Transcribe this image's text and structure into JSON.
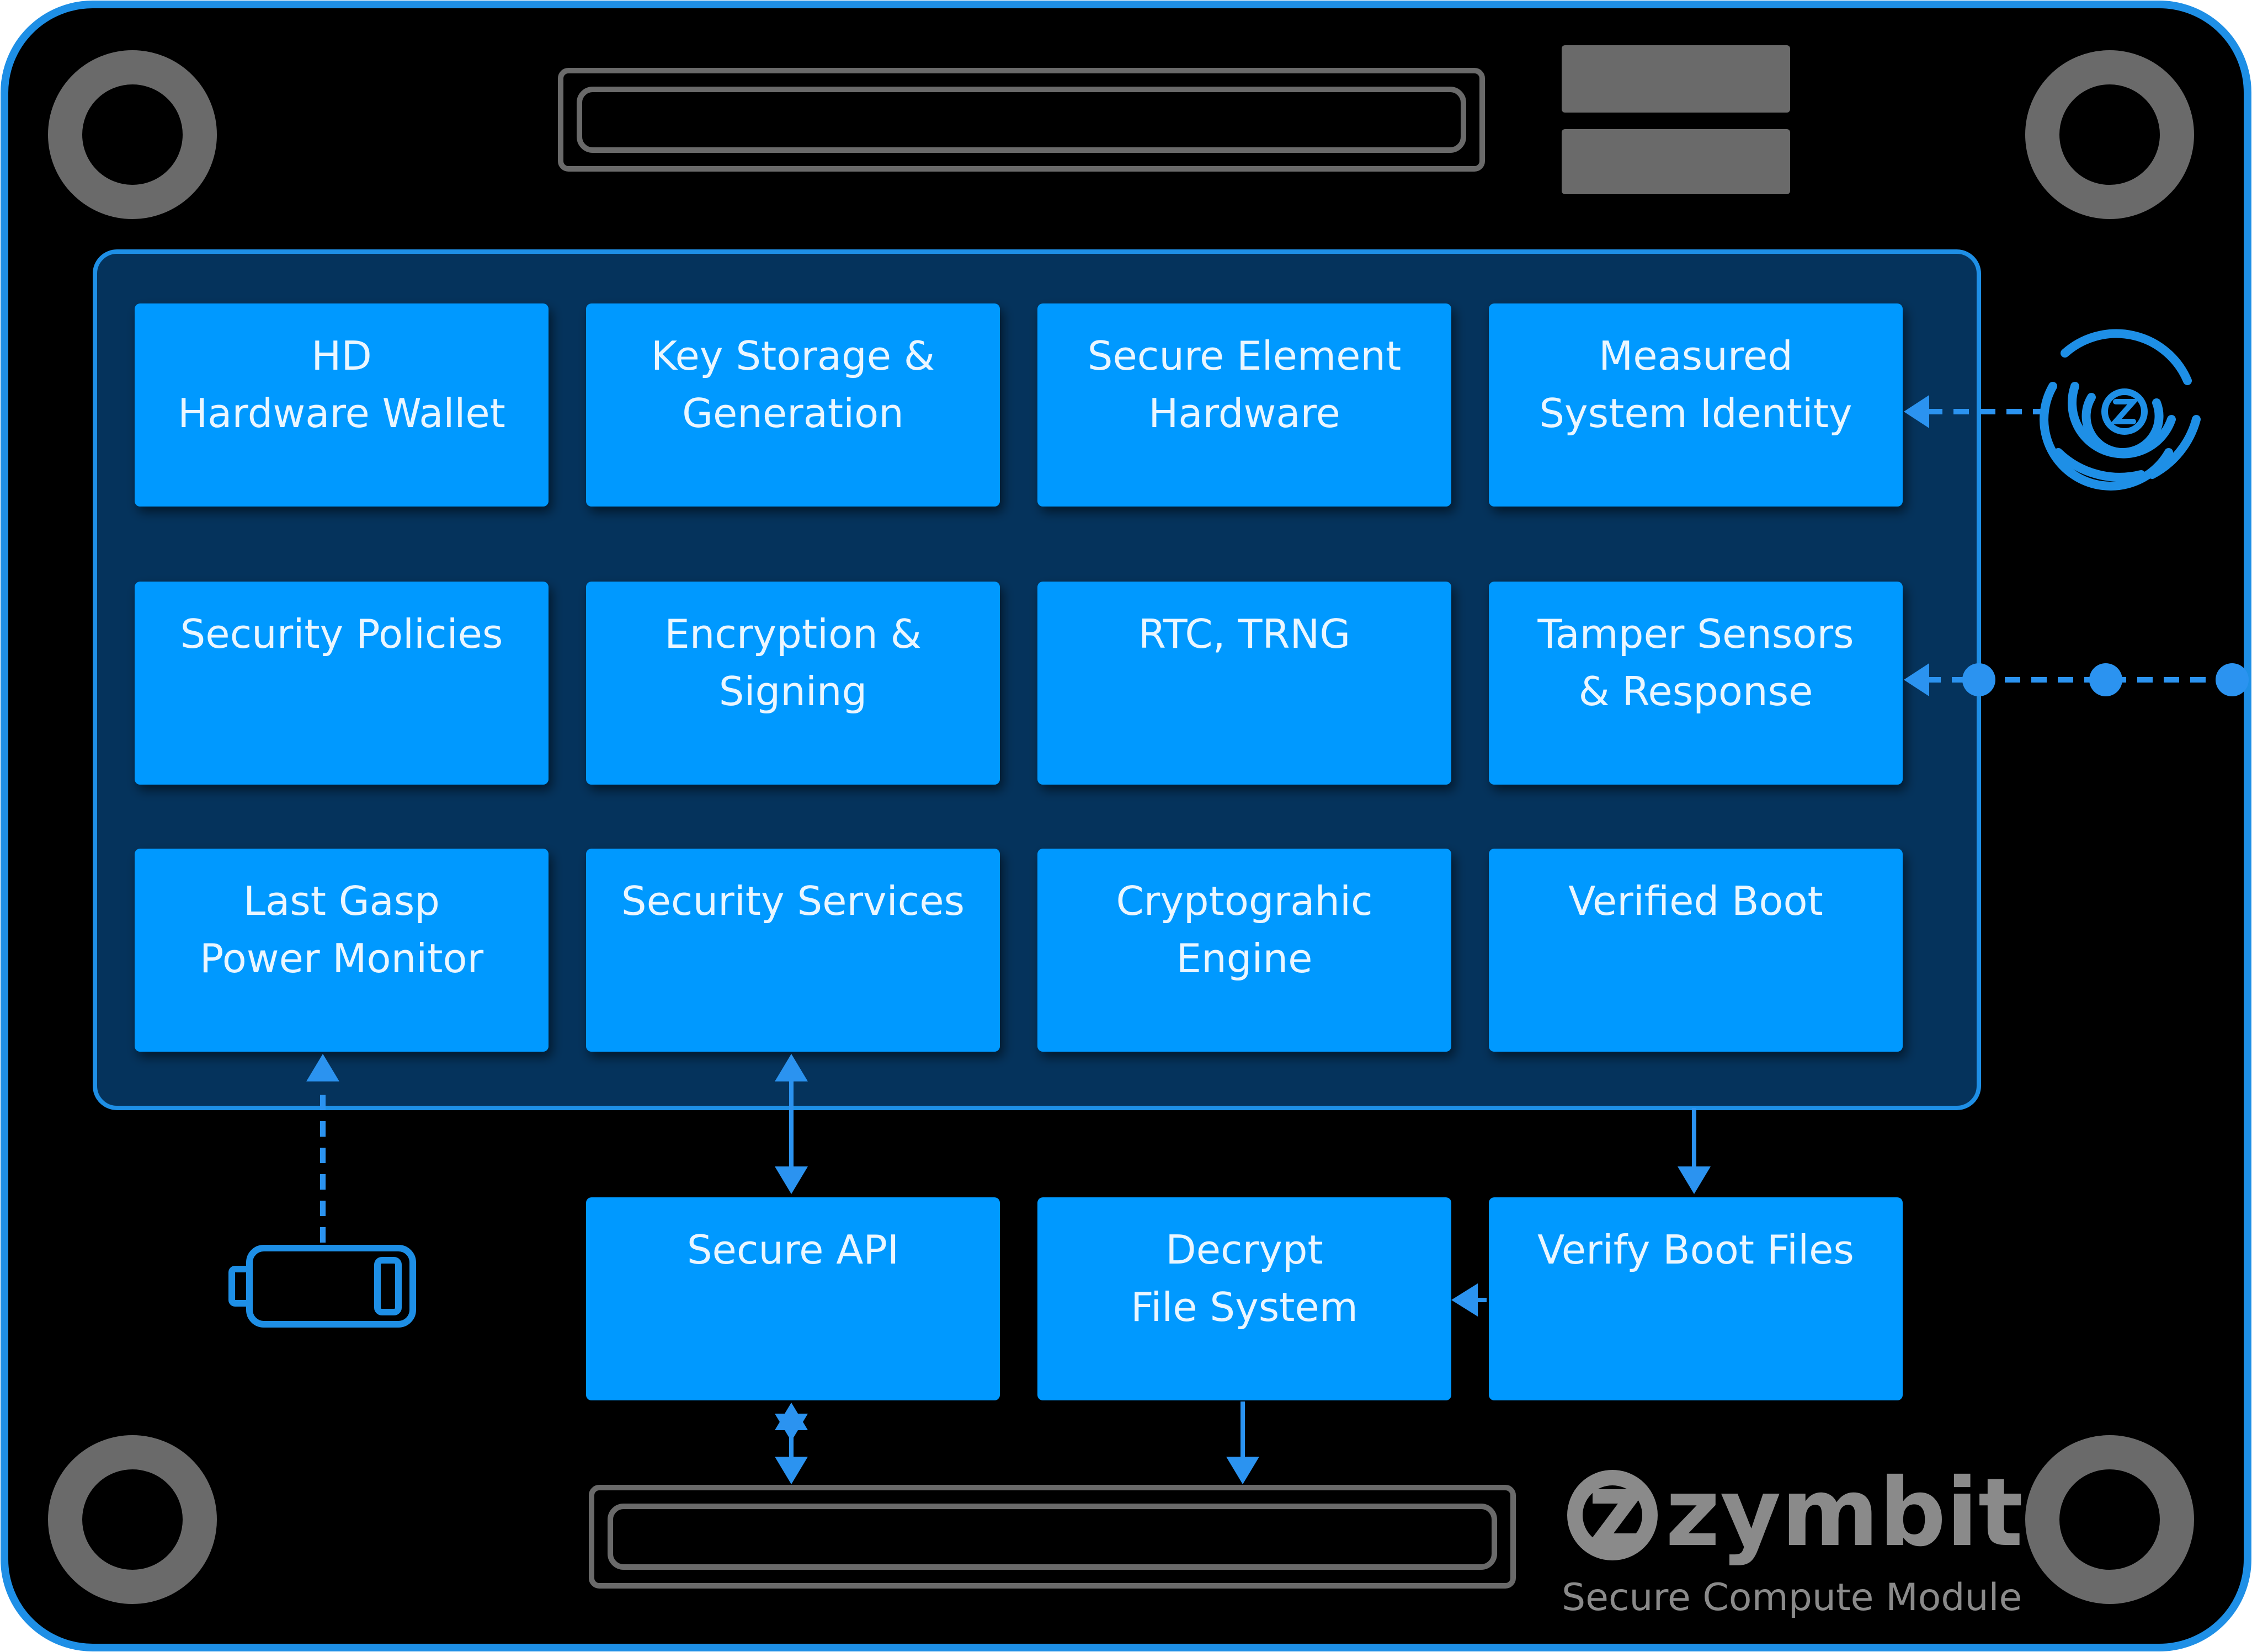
{
  "module_blocks": [
    {
      "id": "hd-wallet",
      "lines": [
        "HD",
        "Hardware Wallet"
      ]
    },
    {
      "id": "key-storage",
      "lines": [
        "Key Storage &",
        "Generation"
      ]
    },
    {
      "id": "secure-element",
      "lines": [
        "Secure Element",
        "Hardware"
      ]
    },
    {
      "id": "measured-identity",
      "lines": [
        "Measured",
        "System Identity"
      ]
    },
    {
      "id": "security-policies",
      "lines": [
        "Security Policies"
      ]
    },
    {
      "id": "encryption-signing",
      "lines": [
        "Encryption &",
        "Signing"
      ]
    },
    {
      "id": "rtc-trng",
      "lines": [
        "RTC, TRNG"
      ]
    },
    {
      "id": "tamper-sensors",
      "lines": [
        "Tamper Sensors",
        "& Response"
      ]
    },
    {
      "id": "last-gasp",
      "lines": [
        "Last Gasp",
        "Power Monitor"
      ]
    },
    {
      "id": "security-services",
      "lines": [
        "Security Services"
      ]
    },
    {
      "id": "crypto-engine",
      "lines": [
        "Cryptograhic",
        "Engine"
      ]
    },
    {
      "id": "verified-boot",
      "lines": [
        "Verified Boot"
      ]
    }
  ],
  "outer_blocks": [
    {
      "id": "secure-api",
      "lines": [
        "Secure API"
      ]
    },
    {
      "id": "decrypt-fs",
      "lines": [
        "Decrypt",
        "File System"
      ]
    },
    {
      "id": "verify-boot-files",
      "lines": [
        "Verify Boot Files"
      ]
    }
  ],
  "brand": {
    "name": "zymbit",
    "tagline": "Secure Compute Module"
  },
  "icons": {
    "identity": "fingerprint-z-icon",
    "battery": "battery-icon",
    "logo": "zymbit-logo-icon"
  },
  "colors": {
    "board": "#000000",
    "board_edge": "#1e8fe6",
    "block": "#0399ff",
    "panel": "#05335c",
    "connector": "#6a6a6a",
    "arrow": "#2b93f0"
  }
}
